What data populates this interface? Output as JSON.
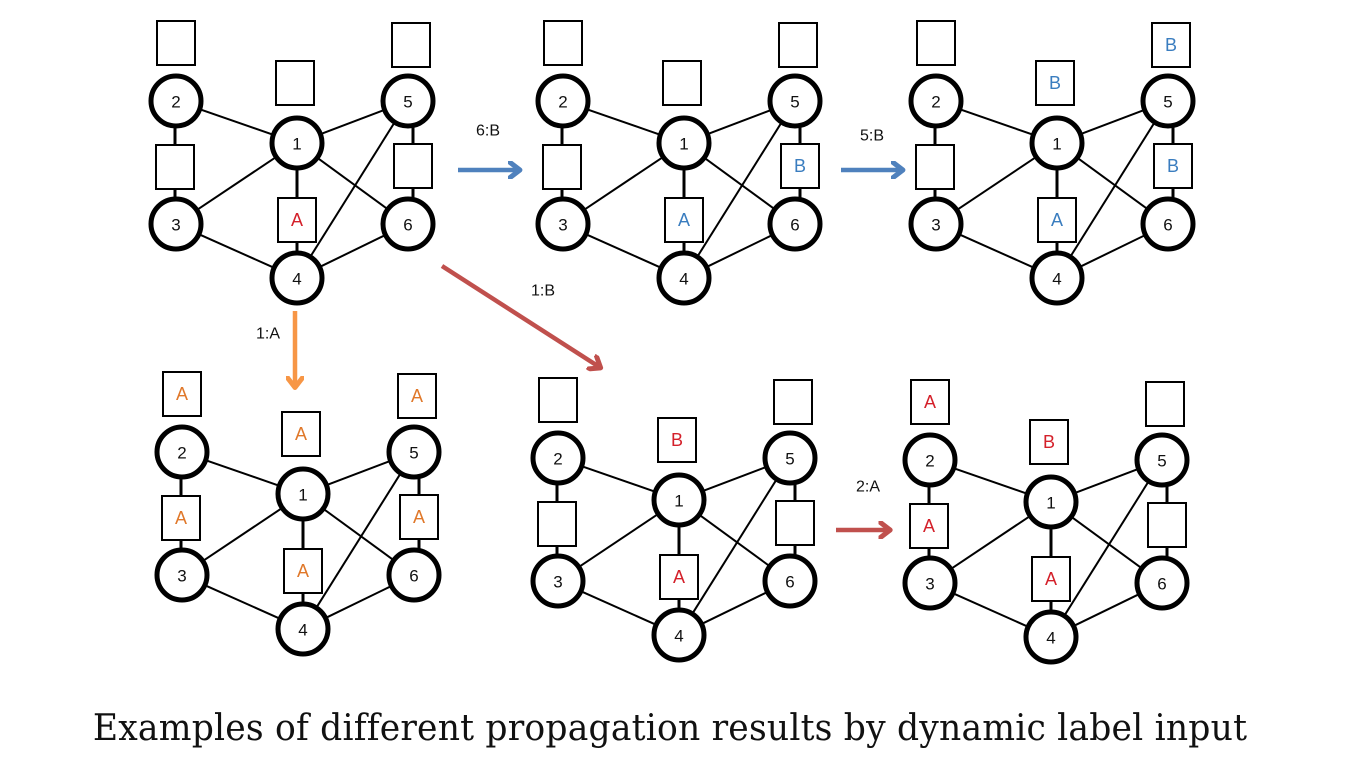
{
  "caption": "Examples of different propagation results by dynamic label input",
  "colors": {
    "red_label": "#d4202a",
    "blue_label": "#3a7dbf",
    "orange_label": "#e0782a",
    "blue_arrow": "#4f81bd",
    "red_arrow": "#c0504d",
    "orange_arrow": "#f79646"
  },
  "graph": {
    "nodes": [
      "1",
      "2",
      "3",
      "4",
      "5",
      "6"
    ],
    "edges": [
      [
        "2",
        "1"
      ],
      [
        "3",
        "1"
      ],
      [
        "1",
        "5"
      ],
      [
        "1",
        "6"
      ],
      [
        "3",
        "4"
      ],
      [
        "4",
        "5"
      ],
      [
        "4",
        "6"
      ]
    ],
    "label_links": [
      {
        "node": "2",
        "slot": "above-2"
      },
      {
        "node": "1",
        "slot": "above-1"
      },
      {
        "node": "5",
        "slot": "above-5"
      },
      {
        "node": "2",
        "slot": "between-2-3"
      },
      {
        "node": "1",
        "slot": "between-1-4"
      },
      {
        "node": "5",
        "slot": "between-5-6"
      }
    ]
  },
  "panels": [
    {
      "id": "initial",
      "position": "top-left",
      "boxes": {
        "above-2": "",
        "above-1": "",
        "above-5": "",
        "between-2-3": "",
        "between-1-4": "A",
        "between-5-6": ""
      },
      "label_color": "red_label"
    },
    {
      "id": "after-6B",
      "position": "top-middle",
      "boxes": {
        "above-2": "",
        "above-1": "",
        "above-5": "",
        "between-2-3": "",
        "between-1-4": "A",
        "between-5-6": "B"
      },
      "label_color": "blue_label"
    },
    {
      "id": "after-5B",
      "position": "top-right",
      "boxes": {
        "above-2": "",
        "above-1": "B",
        "above-5": "B",
        "between-2-3": "",
        "between-1-4": "A",
        "between-5-6": "B"
      },
      "label_color": "blue_label"
    },
    {
      "id": "after-1A",
      "position": "bottom-left",
      "boxes": {
        "above-2": "A",
        "above-1": "A",
        "above-5": "A",
        "between-2-3": "A",
        "between-1-4": "A",
        "between-5-6": "A"
      },
      "label_color": "orange_label"
    },
    {
      "id": "after-1B",
      "position": "bottom-middle",
      "boxes": {
        "above-2": "",
        "above-1": "B",
        "above-5": "",
        "between-2-3": "",
        "between-1-4": "A",
        "between-5-6": ""
      },
      "label_color": "red_label"
    },
    {
      "id": "after-2A",
      "position": "bottom-right",
      "boxes": {
        "above-2": "A",
        "above-1": "B",
        "above-5": "",
        "between-2-3": "A",
        "between-1-4": "A",
        "between-5-6": ""
      },
      "label_color": "red_label"
    }
  ],
  "transitions": [
    {
      "from": "initial",
      "to": "after-6B",
      "label": "6:B",
      "color": "blue_arrow"
    },
    {
      "from": "after-6B",
      "to": "after-5B",
      "label": "5:B",
      "color": "blue_arrow"
    },
    {
      "from": "initial",
      "to": "after-1A",
      "label": "1:A",
      "color": "orange_arrow"
    },
    {
      "from": "initial",
      "to": "after-1B",
      "label": "1:B",
      "color": "red_arrow"
    },
    {
      "from": "after-1B",
      "to": "after-2A",
      "label": "2:A",
      "color": "red_arrow"
    }
  ]
}
